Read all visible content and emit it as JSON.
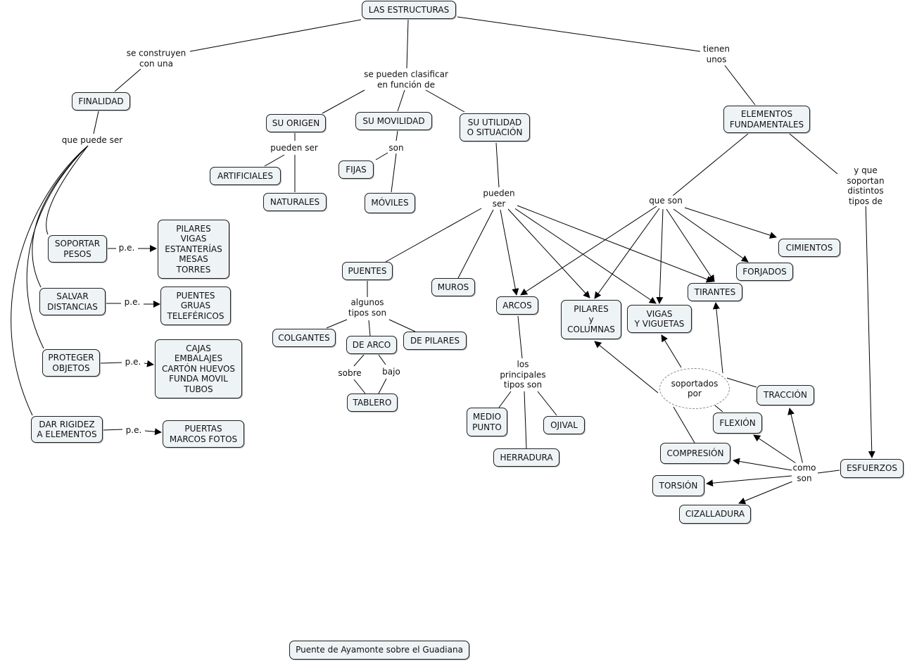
{
  "map": {
    "root": "LAS ESTRUCTURAS",
    "finalidad": "FINALIDAD",
    "origen": "SU ORIGEN",
    "movilidad": "SU MOVILIDAD",
    "utilidad": "SU UTILIDAD\nO SITUACIÓN",
    "elementos": "ELEMENTOS\nFUNDAMENTALES",
    "artificiales": "ARTIFICIALES",
    "naturales": "NATURALES",
    "fijas": "FIJAS",
    "moviles": "MÓVILES",
    "soportar": "SOPORTAR\nPESOS",
    "salvar": "SALVAR\nDISTANCIAS",
    "proteger": "PROTEGER\nOBJETOS",
    "rigidez": "DAR RIGIDEZ\nA ELEMENTOS",
    "pe1": "PILARES\nVIGAS\nESTANTERÍAS\nMESAS\nTORRES",
    "pe2": "PUENTES\nGRUAS\nTELEFÉRICOS",
    "pe3": "CAJAS\nEMBALAJES\nCARTÓN HUEVOS\nFUNDA MOVIL\nTUBOS",
    "pe4": "PUERTAS\nMARCOS FOTOS",
    "puentes": "PUENTES",
    "muros": "MUROS",
    "arcos": "ARCOS",
    "pilares": "PILARES\ny\nCOLUMNAS",
    "vigas": "VIGAS\nY VIGUETAS",
    "tirantes": "TIRANTES",
    "forjados": "FORJADOS",
    "cimientos": "CIMIENTOS",
    "colgantes": "COLGANTES",
    "dearco": "DE ARCO",
    "depilares": "DE PILARES",
    "tablero": "TABLERO",
    "medio": "MEDIO\nPUNTO",
    "ojival": "OJIVAL",
    "herradura": "HERRADURA",
    "soportados": "soportados\npor",
    "traccion": "TRACCIÓN",
    "flexion": "FLEXIÓN",
    "compresion": "COMPRESIÓN",
    "torsion": "TORSIÓN",
    "cizalladura": "CIZALLADURA",
    "esfuerzos": "ESFUERZOS",
    "ayamonte": "Puente de Ayamonte sobre el Guadiana"
  },
  "links": {
    "se_construyen": "se construyen\ncon una",
    "clasificar": "se pueden clasificar\nen función de",
    "tienen": "tienen\nunos",
    "que_puede_ser": "que puede ser",
    "pueden_ser_origen": "pueden ser",
    "son_mov": "son",
    "pueden_ser_util": "pueden\nser",
    "que_son": "que son",
    "y_que_soportan": "y que soportan\ndistintos tipos de",
    "pe_a": "p.e.",
    "pe_b": "p.e.",
    "pe_c": "p.e.",
    "pe_d": "p.e.",
    "algunos": "algunos\ntipos son",
    "sobre": "sobre",
    "bajo": "bajo",
    "principales": "los\nprincipales\ntipos son",
    "como_son": "como\nson"
  }
}
